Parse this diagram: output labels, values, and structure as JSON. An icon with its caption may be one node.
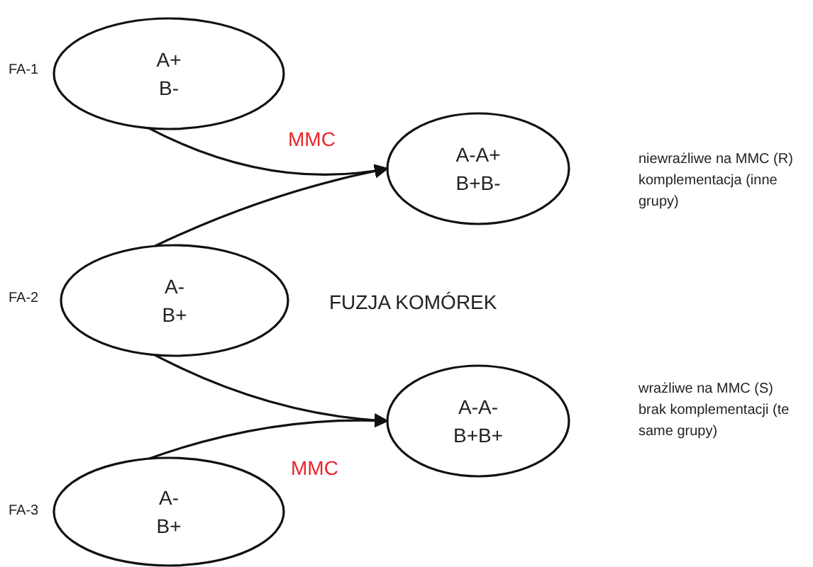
{
  "diagram": {
    "nodes": [
      {
        "text": [
          "A+",
          "B-"
        ]
      },
      {
        "text": [
          "A-A+",
          "B+B-"
        ]
      },
      {
        "text": [
          "A-",
          "B+"
        ]
      },
      {
        "text": [
          "A-A-",
          "B+B+"
        ]
      },
      {
        "text": [
          "A-",
          "B+"
        ]
      }
    ],
    "edges": [
      {
        "from": 0,
        "to": 1,
        "arrow": "to",
        "label": "MMC"
      },
      {
        "from": 2,
        "to": 1,
        "arrow": "to"
      },
      {
        "from": 2,
        "to": 3,
        "arrow": "to"
      },
      {
        "from": 4,
        "to": 3,
        "arrow": "to",
        "label": "MMC"
      }
    ],
    "labels": [
      "FA-1",
      "niewrażliwe na MMC (R) komplementacja (inne grupy)",
      "FA-2",
      "FUZJA KOMÓREK",
      "wrażliwe na MMC (S) brak komplementacji (te same grupy)",
      "FA-3"
    ]
  }
}
